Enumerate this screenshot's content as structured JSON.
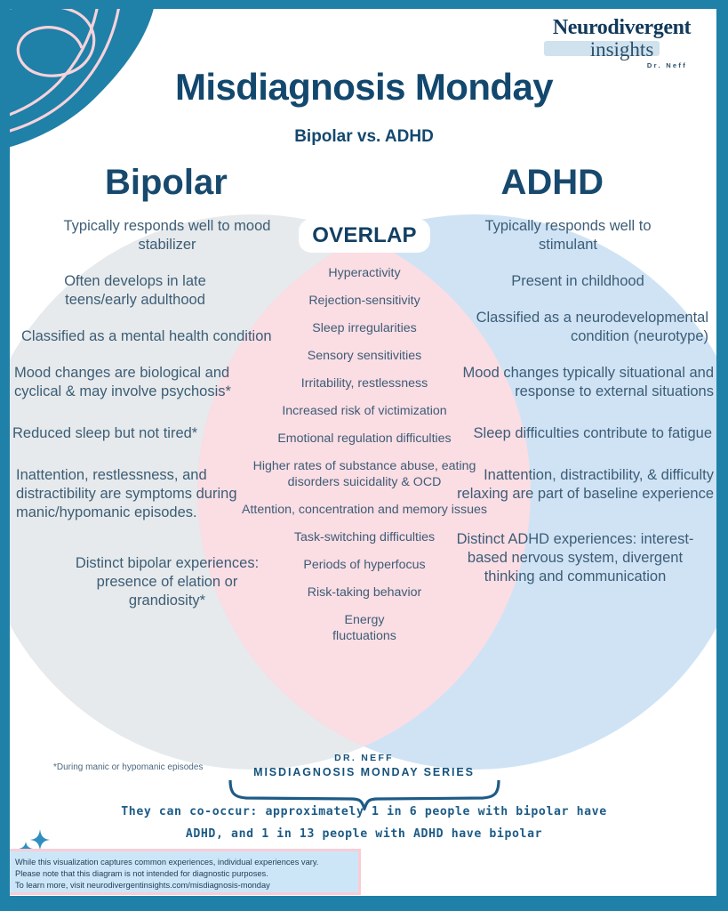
{
  "logo": {
    "line1": "Neurodivergent",
    "line2": "insights",
    "line3": "Dr. Neff"
  },
  "header": {
    "title": "Misdiagnosis Monday",
    "subtitle": "Bipolar vs. ADHD"
  },
  "venn": {
    "left_title": "Bipolar",
    "right_title": "ADHD",
    "overlap_label": "OVERLAP",
    "colors": {
      "left_circle": "#e6eaec",
      "right_circle": "#cfe3f5",
      "overlap_circle": "#fbdde4",
      "frame": "#1f80a8",
      "heading": "#17496e",
      "body_text": "#3d5d75"
    },
    "left_items": [
      "Typically responds well to mood stabilizer",
      "Often develops in late teens/early adulthood",
      "Classified as a mental health condition",
      "Mood changes are biological and cyclical & may involve psychosis*",
      "Reduced sleep but not tired*",
      "Inattention, restlessness, and distractibility are symptoms during manic/hypomanic episodes.",
      "Distinct bipolar experiences: presence of elation or grandiosity*"
    ],
    "overlap_items": [
      "Hyperactivity",
      "Rejection-sensitivity",
      "Sleep irregularities",
      "Sensory sensitivities",
      "Irritability, restlessness",
      "Increased risk of victimization",
      "Emotional regulation difficulties",
      "Higher rates of substance abuse, eating disorders suicidality & OCD",
      "Attention, concentration and memory issues",
      "Task-switching difficulties",
      "Periods of hyperfocus",
      "Risk-taking behavior",
      "Energy fluctuations"
    ],
    "right_items": [
      "Typically responds well to stimulant",
      "Present in childhood",
      "Classified as a neurodevelopmental condition (neurotype)",
      "Mood changes typically situational and response to external situations",
      "Sleep difficulties contribute to fatigue",
      "Inattention, distractibility, & difficulty relaxing are part of baseline experience",
      "Distinct ADHD experiences: interest-based nervous system, divergent thinking and communication"
    ]
  },
  "footer": {
    "footnote": "*During manic or hypomanic episodes",
    "series_line1": "DR. NEFF",
    "series_line2": "MISDIAGNOSIS MONDAY SERIES",
    "cooccur_line1": "They can co-occur: approximately 1 in 6 people with bipolar have",
    "cooccur_line2": "ADHD, and 1 in 13 people with ADHD have bipolar"
  },
  "disclaimer": {
    "line1": "While this visualization captures common experiences, individual experiences vary.",
    "line2": "Please note that this diagram is not intended for diagnostic purposes.",
    "line3": "To learn more, visit neurodivergentinsights.com/misdiagnosis-monday"
  }
}
